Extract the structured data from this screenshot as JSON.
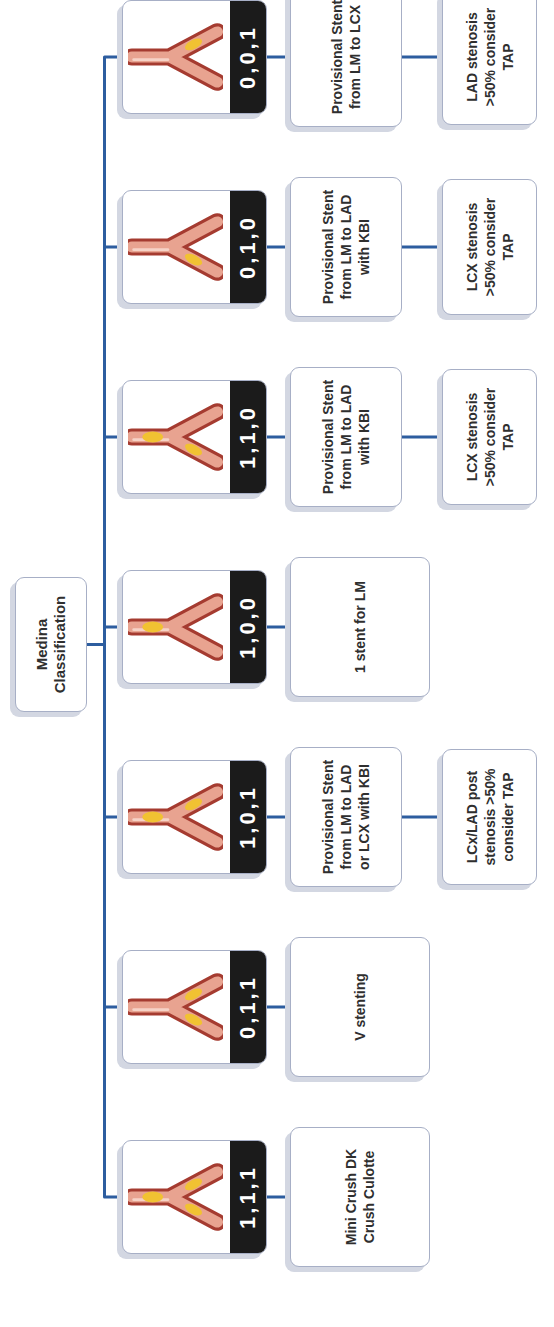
{
  "diagram": {
    "nodes": [
      {
        "text": [
          "Medina Classification"
        ]
      },
      {
        "text": [
          "1,1,1"
        ]
      },
      {
        "text": [
          "Mini Crush DK Crush Culotte"
        ]
      },
      {
        "text": [
          "0,1,1"
        ]
      },
      {
        "text": [
          "V stenting"
        ]
      },
      {
        "text": [
          "1,0,1"
        ]
      },
      {
        "text": [
          "Provisional Stent from LM to LAD or LCX with KBI"
        ]
      },
      {
        "text": [
          "LCx/LAD post stenosis >50% consider TAP"
        ]
      },
      {
        "text": [
          "1,0,0"
        ]
      },
      {
        "text": [
          "1 stent for LM"
        ]
      },
      {
        "text": [
          "1,1,0"
        ]
      },
      {
        "text": [
          "Provisional Stent from LM to LAD with KBI"
        ]
      },
      {
        "text": [
          "LCX stenosis >50% consider TAP"
        ]
      },
      {
        "text": [
          "0,1,0"
        ]
      },
      {
        "text": [
          "Provisional Stent from LM to LAD with KBI"
        ]
      },
      {
        "text": [
          "LCX stenosis >50% consider TAP"
        ]
      },
      {
        "text": [
          "0,0,1"
        ]
      },
      {
        "text": [
          "Provisional Stent from LM to LCX"
        ]
      },
      {
        "text": [
          "LAD stenosis >50% consider TAP"
        ]
      }
    ],
    "edges": [
      {
        "from": 0,
        "to": 1,
        "arrow": "none"
      },
      {
        "from": 0,
        "to": 3,
        "arrow": "none"
      },
      {
        "from": 0,
        "to": 5,
        "arrow": "none"
      },
      {
        "from": 0,
        "to": 8,
        "arrow": "none"
      },
      {
        "from": 0,
        "to": 10,
        "arrow": "none"
      },
      {
        "from": 0,
        "to": 13,
        "arrow": "none"
      },
      {
        "from": 0,
        "to": 16,
        "arrow": "none"
      },
      {
        "from": 1,
        "to": 2,
        "arrow": "none"
      },
      {
        "from": 3,
        "to": 4,
        "arrow": "none"
      },
      {
        "from": 5,
        "to": 6,
        "arrow": "none"
      },
      {
        "from": 6,
        "to": 7,
        "arrow": "none"
      },
      {
        "from": 8,
        "to": 9,
        "arrow": "none"
      },
      {
        "from": 10,
        "to": 11,
        "arrow": "none"
      },
      {
        "from": 11,
        "to": 12,
        "arrow": "none"
      },
      {
        "from": 13,
        "to": 14,
        "arrow": "none"
      },
      {
        "from": 14,
        "to": 15,
        "arrow": "none"
      },
      {
        "from": 16,
        "to": 17,
        "arrow": "none"
      },
      {
        "from": 17,
        "to": 18,
        "arrow": "none"
      }
    ]
  }
}
